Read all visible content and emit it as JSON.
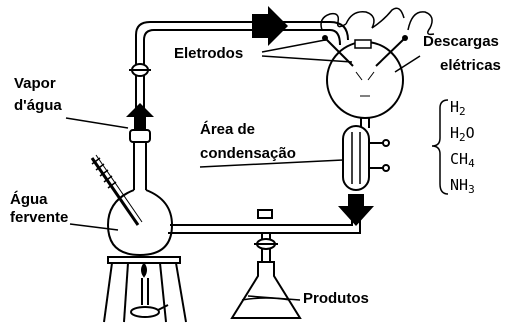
{
  "labels": {
    "eletrodos": "Eletrodos",
    "descargas_line1": "Descargas",
    "descargas_line2": "elétricas",
    "vapor_line1": "Vapor",
    "vapor_line2": "d'água",
    "area_line1": "Área de",
    "area_line2": "condensação",
    "agua_line1": "Água",
    "agua_line2": "fervente",
    "produtos": "Produtos"
  },
  "gases": [
    {
      "base": "H",
      "sub": "2"
    },
    {
      "base": "H",
      "sub": "2",
      "tail": "O"
    },
    {
      "base": "CH",
      "sub": "4"
    },
    {
      "base": "NH",
      "sub": "3"
    }
  ]
}
